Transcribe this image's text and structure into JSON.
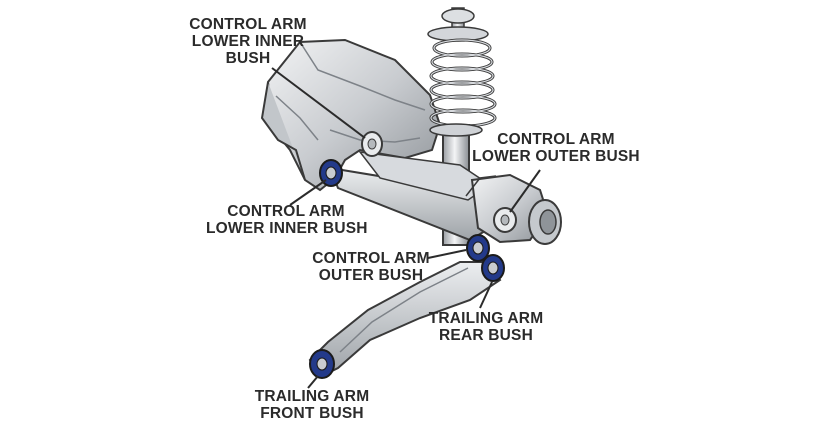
{
  "labels": {
    "ca_lower_inner_top": [
      "CONTROL ARM",
      "LOWER INNER",
      "BUSH"
    ],
    "ca_lower_outer": [
      "CONTROL ARM",
      "LOWER OUTER BUSH"
    ],
    "ca_lower_inner_mid": [
      "CONTROL ARM",
      "LOWER INNER BUSH"
    ],
    "ca_outer": [
      "CONTROL ARM",
      "OUTER BUSH"
    ],
    "ta_rear": [
      "TRAILING ARM",
      "REAR BUSH"
    ],
    "ta_front": [
      "TRAILING ARM",
      "FRONT BUSH"
    ]
  },
  "colors": {
    "metal_light": "#e6e8ea",
    "metal_mid": "#b9bdc2",
    "metal_dark": "#7d8288",
    "outline": "#3a3a3a",
    "bush_blue": "#233a8a",
    "text": "#2b2b2b"
  }
}
